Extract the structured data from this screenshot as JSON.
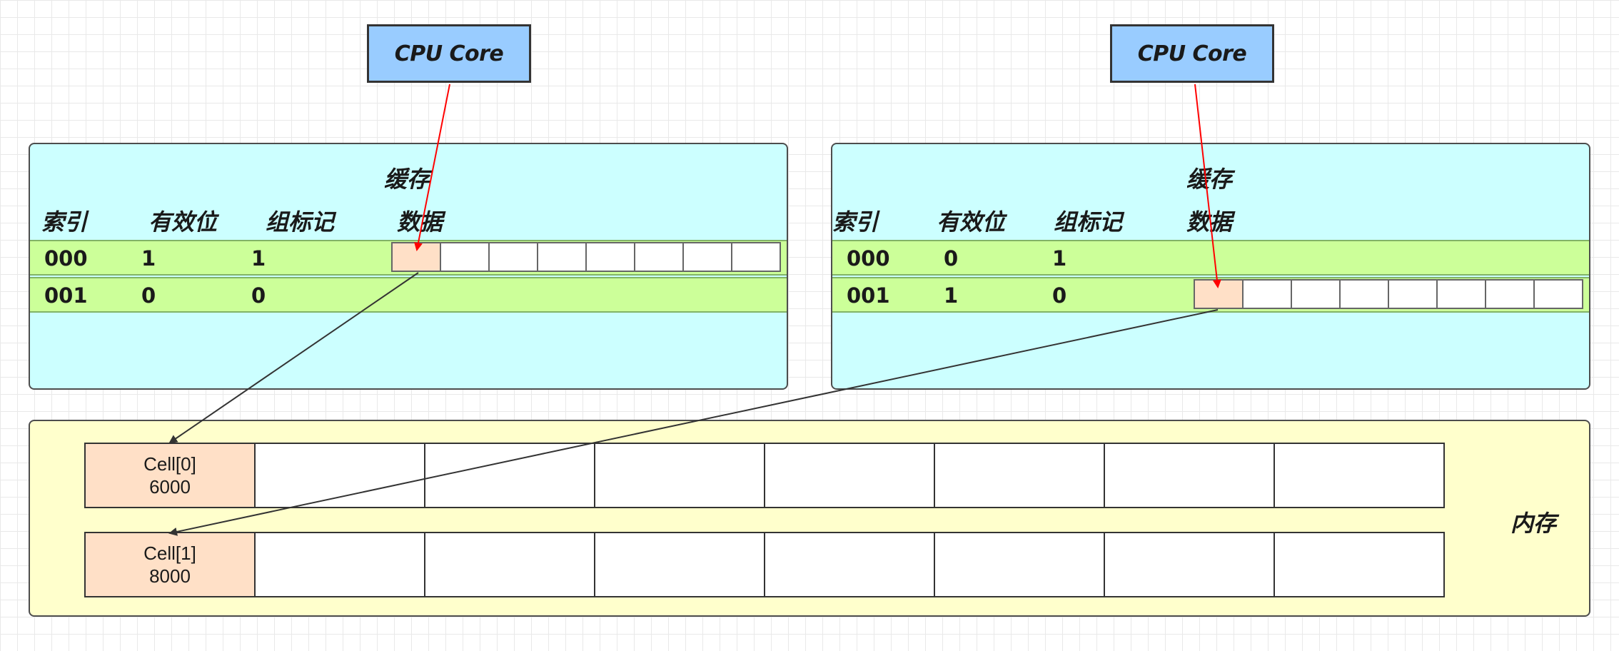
{
  "cores": [
    {
      "label": "CPU Core"
    },
    {
      "label": "CPU Core"
    }
  ],
  "caches": [
    {
      "title": "缓存",
      "headers": {
        "index": "索引",
        "valid": "有效位",
        "tag": "组标记",
        "data": "数据"
      },
      "rows": [
        {
          "index": "000",
          "valid": "1",
          "tag": "1"
        },
        {
          "index": "001",
          "valid": "0",
          "tag": "0"
        }
      ]
    },
    {
      "title": "缓存",
      "headers": {
        "index": "索引",
        "valid": "有效位",
        "tag": "组标记",
        "data": "数据"
      },
      "rows": [
        {
          "index": "000",
          "valid": "0",
          "tag": "1"
        },
        {
          "index": "001",
          "valid": "1",
          "tag": "0"
        }
      ]
    }
  ],
  "memory": {
    "label": "内存",
    "cells": [
      {
        "name": "Cell[0]",
        "value": "6000"
      },
      {
        "name": "Cell[1]",
        "value": "8000"
      }
    ]
  },
  "colors": {
    "core_fill": "#99ccff",
    "cache_fill": "#ccffff",
    "row_fill": "#ccff99",
    "memory_fill": "#ffffcc",
    "highlight_cell": "#ffe0c7",
    "core_arrow": "#ff0000",
    "link_arrow": "#333333"
  }
}
